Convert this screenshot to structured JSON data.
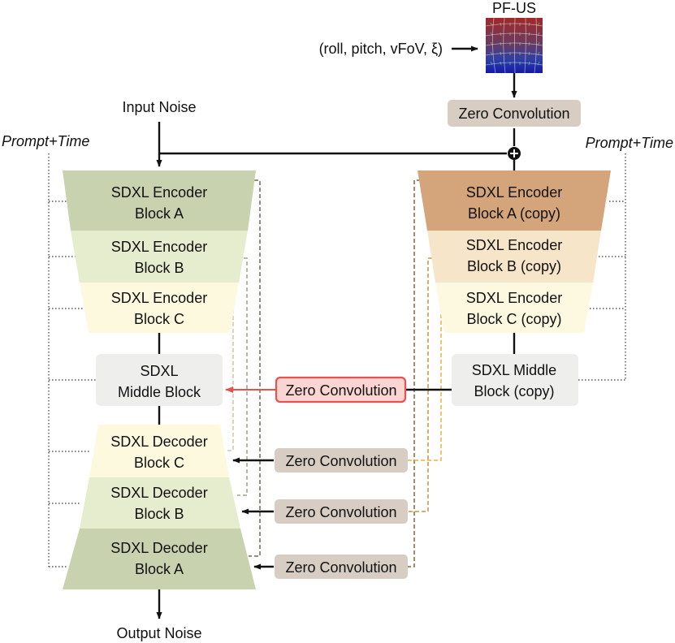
{
  "labels": {
    "pfus_title": "PF-US",
    "params": "(roll, pitch, vFoV, ξ)",
    "input_noise": "Input Noise",
    "output_noise": "Output Noise",
    "prompt_time_left": "Prompt+Time",
    "prompt_time_right": "Prompt+Time"
  },
  "zero_conv_label": "Zero Convolution",
  "left_blocks": [
    {
      "line1": "SDXL Encoder",
      "line2": "Block A"
    },
    {
      "line1": "SDXL Encoder",
      "line2": "Block B"
    },
    {
      "line1": "SDXL Encoder",
      "line2": "Block C"
    },
    {
      "line1": "SDXL",
      "line2": "Middle Block"
    },
    {
      "line1": "SDXL Decoder",
      "line2": "Block C"
    },
    {
      "line1": "SDXL Decoder",
      "line2": "Block B"
    },
    {
      "line1": "SDXL Decoder",
      "line2": "Block A"
    }
  ],
  "right_blocks": [
    {
      "line1": "SDXL Encoder",
      "line2": "Block A (copy)"
    },
    {
      "line1": "SDXL Encoder",
      "line2": "Block B (copy)"
    },
    {
      "line1": "SDXL Encoder",
      "line2": "Block C (copy)"
    },
    {
      "line1": "SDXL Middle",
      "line2": "Block (copy)"
    }
  ],
  "colors": {
    "enc_a": "#c9d2ae",
    "enc_b": "#e6ecce",
    "enc_c": "#fdf9de",
    "middle": "#eeeeec",
    "copy_a": "#d4a57a",
    "copy_b": "#f6e5c8",
    "copy_c": "#fdf8e0",
    "zero_conv": "#d8cdc3",
    "highlight_fill": "#fbd5d2",
    "highlight_stroke": "#e8514d"
  }
}
